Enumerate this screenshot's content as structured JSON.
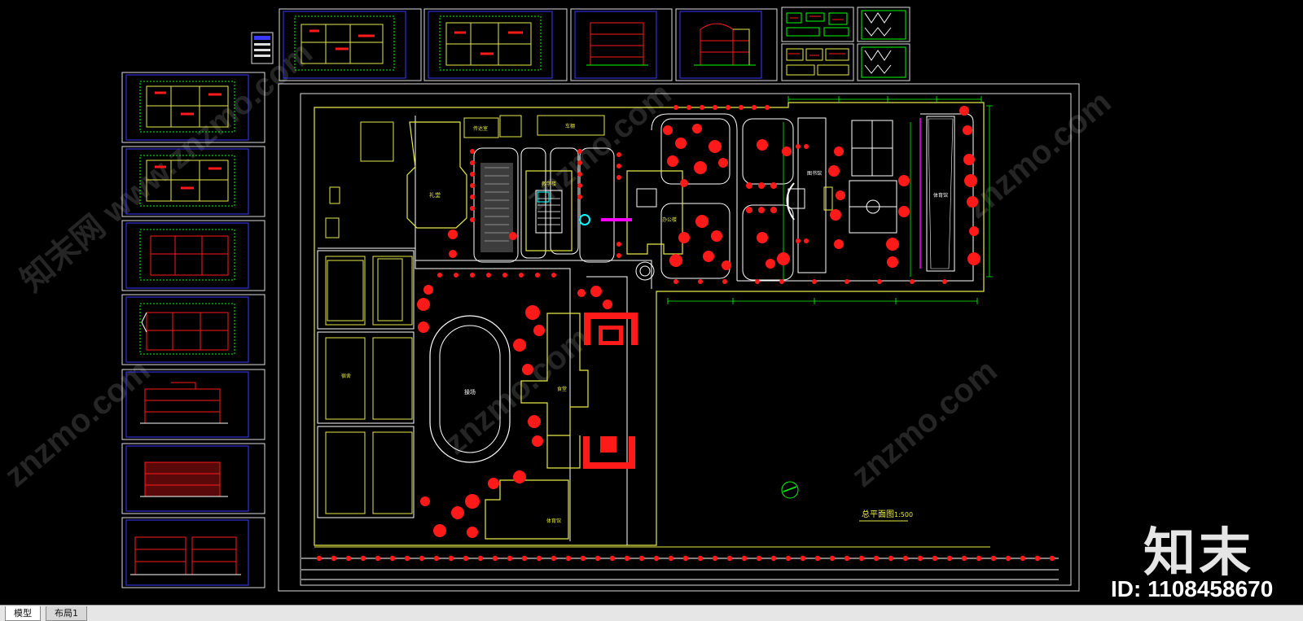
{
  "layout_tabs": [
    {
      "label": "模型",
      "active": true
    },
    {
      "label": "布局1",
      "active": false
    }
  ],
  "watermark": {
    "logo_text": "知末",
    "id_text": "ID: 1108458670",
    "site_text": "znzmo.com",
    "site_text_cn": "知末网 www.znzmo.com"
  },
  "site_plan": {
    "title": "总平面图",
    "scale": "1:500",
    "labels": {
      "auditorium": "礼堂",
      "teaching_building": "教学楼",
      "dormitory": "宿舍",
      "track": "操场",
      "gym": "体育馆",
      "canteen": "食堂",
      "office": "办公楼",
      "library": "图书馆",
      "gate": "传达室",
      "bike_shed": "车棚"
    }
  },
  "colors": {
    "cad_background": "#000000",
    "wall_line": "#e8e84a",
    "white_line": "#ffffff",
    "tree": "#ff1a1a",
    "dimension": "#00ff00",
    "highlight": "#ff00ff",
    "frame_blue": "#3a3aff"
  }
}
